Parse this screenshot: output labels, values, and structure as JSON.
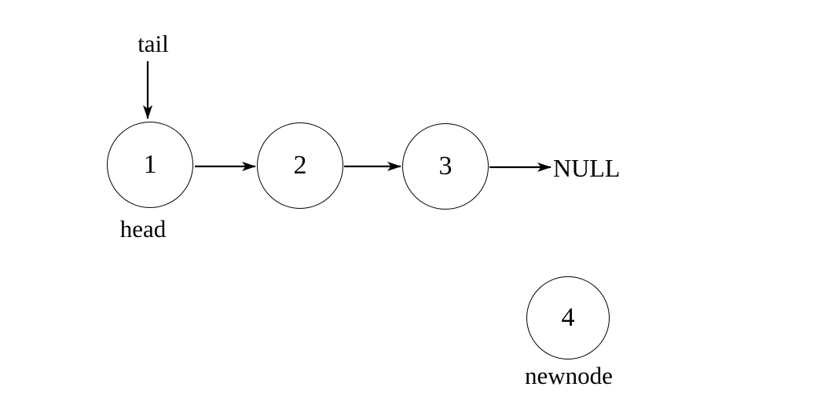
{
  "canvas": {
    "background": "#ffffff",
    "ink": "#000000"
  },
  "labels": {
    "tail": "tail",
    "head": "head",
    "null_text": "NULL",
    "newnode": "newnode"
  },
  "nodes": [
    {
      "id": "node-1",
      "value": "1"
    },
    {
      "id": "node-2",
      "value": "2"
    },
    {
      "id": "node-3",
      "value": "3"
    },
    {
      "id": "node-4",
      "value": "4"
    }
  ],
  "arrows": [
    {
      "name": "tail-pointer-arrow",
      "from": "tail-label",
      "to": "node-1"
    },
    {
      "name": "arrow-node1-to-node2",
      "from": "node-1",
      "to": "node-2"
    },
    {
      "name": "arrow-node2-to-node3",
      "from": "node-2",
      "to": "node-3"
    },
    {
      "name": "arrow-node3-to-null",
      "from": "node-3",
      "to": "null-label"
    }
  ]
}
